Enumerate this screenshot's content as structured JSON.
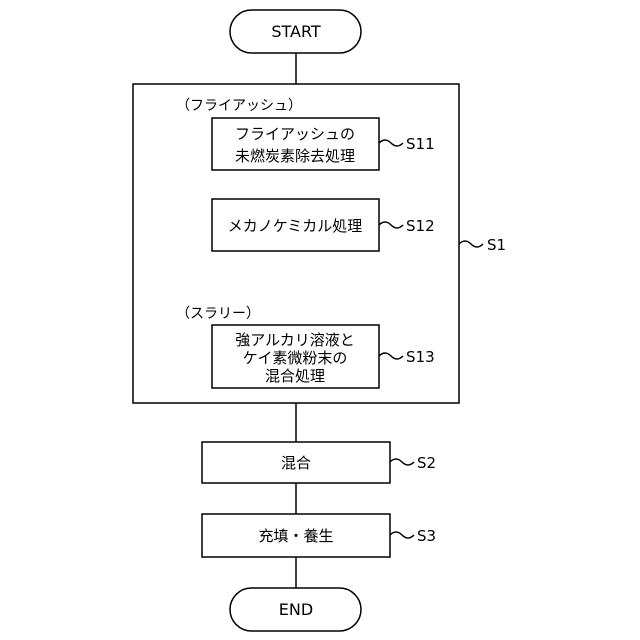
{
  "terminals": {
    "start": "START",
    "end": "END"
  },
  "group": {
    "step_id": "S1",
    "fly_ash_label": "（フライアッシュ）",
    "slurry_label": "（スラリー）"
  },
  "steps": {
    "s11": {
      "id": "S11",
      "lines": [
        "フライアッシュの",
        "未燃炭素除去処理"
      ]
    },
    "s12": {
      "id": "S12",
      "lines": [
        "メカノケミカル処理"
      ]
    },
    "s13": {
      "id": "S13",
      "lines": [
        "強アルカリ溶液と",
        "ケイ素微粉末の",
        "混合処理"
      ]
    },
    "s2": {
      "id": "S2",
      "lines": [
        "混合"
      ]
    },
    "s3": {
      "id": "S3",
      "lines": [
        "充填・養生"
      ]
    }
  }
}
